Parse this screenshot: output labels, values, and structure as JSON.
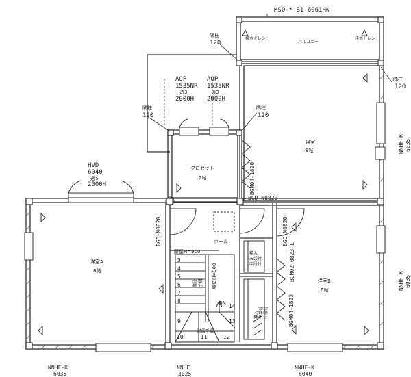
{
  "header": {
    "code": "MSQ-*-B1-6061HN"
  },
  "rooms": {
    "balcony": "バルコニー",
    "bedroom": {
      "name": "寝室",
      "size": "8帖"
    },
    "closet": {
      "name": "クロゼット",
      "size": "2帖"
    },
    "western_a": {
      "name": "洋室A",
      "size": "8帖"
    },
    "western_b": {
      "name": "洋室B",
      "size": "6帖"
    },
    "hall": "ホール"
  },
  "drains": {
    "left": "排水ドレン",
    "right": "排水ドレン"
  },
  "columns": {
    "top_left": {
      "label": "隅柱",
      "value": "120"
    },
    "right_mid": {
      "label": "隅柱",
      "value": "120"
    },
    "closet_left": {
      "label": "隅柱",
      "value": "120"
    },
    "closet_right": {
      "label": "隅柱",
      "value": "120"
    }
  },
  "windows": {
    "aop1": [
      "AOP",
      "1535NR",
      "透3",
      "2000H"
    ],
    "aop2": [
      "AOP",
      "1535NR",
      "透3",
      "2000H"
    ],
    "hvd": [
      "HVD",
      "6040",
      "透5",
      "2000H"
    ]
  },
  "doors": {
    "bgm_1820": "BGM04-1820",
    "bgd_hall": "BGD-N0820",
    "bgd_left": "BGD-N0820",
    "bgd_right": "BGD-N0820",
    "bgm_0823": "BGM02-0823-L",
    "bgm_1823": "BGM04-1823"
  },
  "stairs": {
    "rail_top": "腰壁H=900",
    "rail_side": "腰壁H=900",
    "steps": [
      "3",
      "4",
      "5",
      "6",
      "7",
      "8",
      "9",
      "10",
      "11",
      "12",
      "13",
      "14"
    ],
    "direction": "DN",
    "side_labels": [
      "階段",
      "手摺"
    ],
    "bottom_label": "階段手摺"
  },
  "storage": {
    "ceiling": [
      "梯入",
      "天袋付",
      "中段付"
    ],
    "lower": [
      "梯入",
      "天袋付",
      "中段付"
    ]
  },
  "bottom_labels": {
    "left": {
      "code": "NNHF-K",
      "value": "6035"
    },
    "center": {
      "code": "NNHE",
      "value": "3025"
    },
    "right": {
      "code": "NNHF-K",
      "value": "6040"
    }
  },
  "side_labels": {
    "right_top": {
      "code": "NNHF-K",
      "value": "6035"
    },
    "right_bottom": {
      "code": "NNHF-K",
      "value": "6035"
    }
  }
}
